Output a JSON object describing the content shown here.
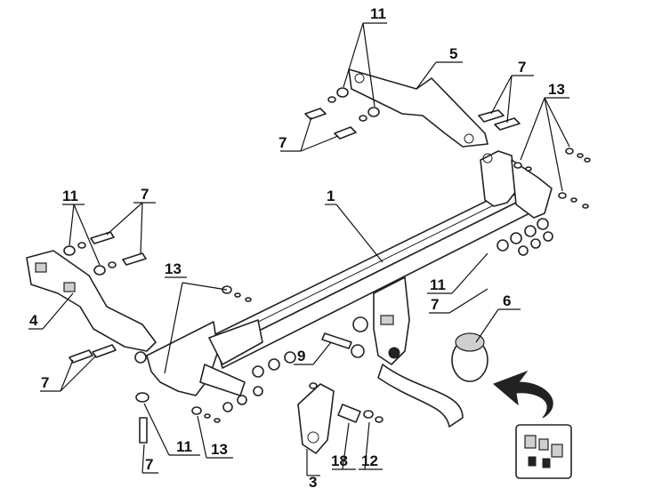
{
  "diagram": {
    "callouts": {
      "c11_top": "11",
      "c5": "5",
      "c7_top_right": "7",
      "c13_top_right": "13",
      "c7_top_left": "7",
      "c11_left": "11",
      "c7_left": "7",
      "c1": "1",
      "c4": "4",
      "c13_left": "13",
      "c11_mid_right": "11",
      "c6": "6",
      "c7_mid_right": "7",
      "c9": "9",
      "c7_bottom_left": "7",
      "c11_bottom": "11",
      "c13_bottom": "13",
      "c7_bottom": "7",
      "c3": "3",
      "c18": "18",
      "c12": "12"
    }
  }
}
